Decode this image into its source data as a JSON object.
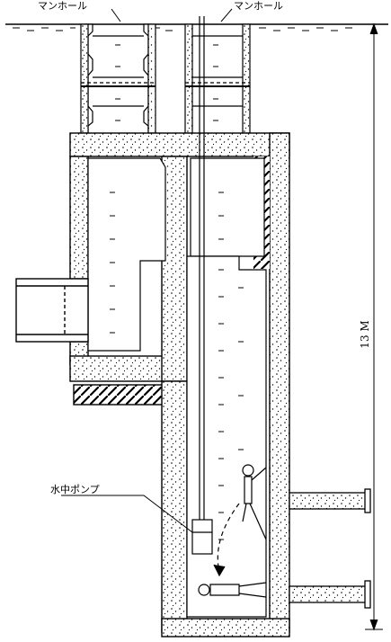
{
  "labels": {
    "manhole_left": "マンホール",
    "manhole_right": "マンホール",
    "pump": "水中ポンプ",
    "depth": "13 M"
  },
  "colors": {
    "line": "#000000",
    "concrete_dots": "#000000",
    "background": "#ffffff"
  }
}
